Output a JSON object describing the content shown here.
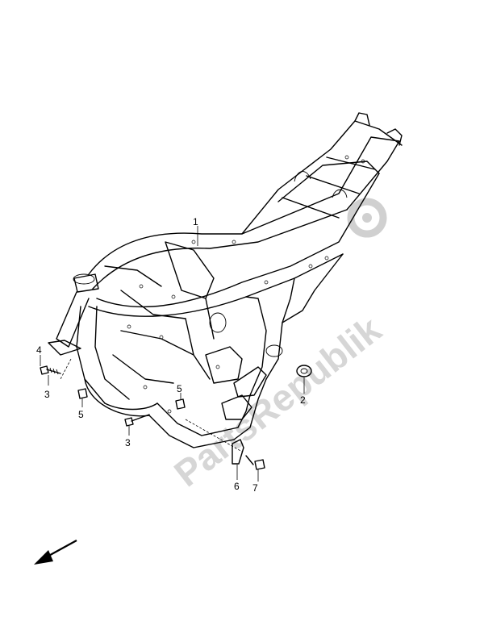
{
  "diagram": {
    "callouts": [
      {
        "id": "1",
        "label": "1"
      },
      {
        "id": "2",
        "label": "2"
      },
      {
        "id": "3a",
        "label": "3"
      },
      {
        "id": "3b",
        "label": "3"
      },
      {
        "id": "4",
        "label": "4"
      },
      {
        "id": "5a",
        "label": "5"
      },
      {
        "id": "5b",
        "label": "5"
      },
      {
        "id": "6",
        "label": "6"
      },
      {
        "id": "7",
        "label": "7"
      }
    ],
    "watermark": "PartsRepublik",
    "direction_arrow": "front-arrow-icon"
  }
}
